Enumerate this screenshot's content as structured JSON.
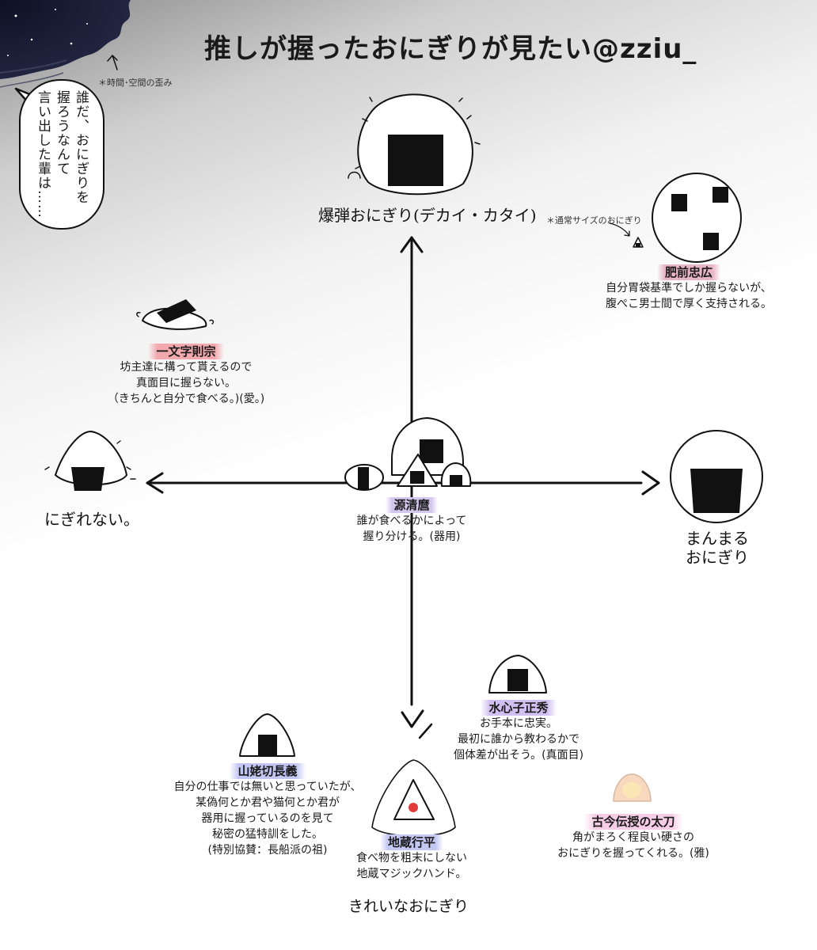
{
  "title": "推しが握ったおにぎりが見たい@zziu_",
  "distortion_note": "＊時間･空間の歪み",
  "speech_bubble": "誰だ、おにぎりを\n握ろうなんて\n言い出した輩は……",
  "axis_labels": {
    "top": "爆弾おにぎり(デカイ・カタイ)",
    "bottom": "きれいなおにぎり",
    "left": "にぎれない。",
    "right": "まんまる\nおにぎり"
  },
  "normal_size_note": "＊通常サイズのおにぎり",
  "characters": [
    {
      "name": "肥前忠広",
      "description": "自分胃袋基準でしか握らないが、\n腹ぺこ男士間で厚く支持される。",
      "tag_color": "#e8b5c6"
    },
    {
      "name": "一文字則宗",
      "description": "坊主達に構って貰えるので\n真面目に握らない。\n（きちんと自分で食べる。)(愛。)",
      "tag_color": "#f2a9ae"
    },
    {
      "name": "源清麿",
      "description": "誰が食べるかによって\n握り分ける。(器用)",
      "tag_color": "#d4c7ee"
    },
    {
      "name": "水心子正秀",
      "description": "お手本に忠実。\n最初に誰から教わるかで\n個体差が出そう。(真面目)",
      "tag_color": "#d0bff0"
    },
    {
      "name": "山姥切長義",
      "description": "自分の仕事では無いと思っていたが、\n某偽何とか君や猫何とか君が\n器用に握っているのを見て\n秘密の猛特訓をした。\n(特別協賛：長船派の祖)",
      "tag_color": "#c2c6f3"
    },
    {
      "name": "地蔵行平",
      "description": "食べ物を粗末にしない\n地蔵マジックハンド。",
      "tag_color": "#c4c9f4"
    },
    {
      "name": "古今伝授の太刀",
      "description": "角がまろく程良い硬さの\nおにぎりを握ってくれる。(雅)",
      "tag_color": "#f6cde6"
    }
  ]
}
